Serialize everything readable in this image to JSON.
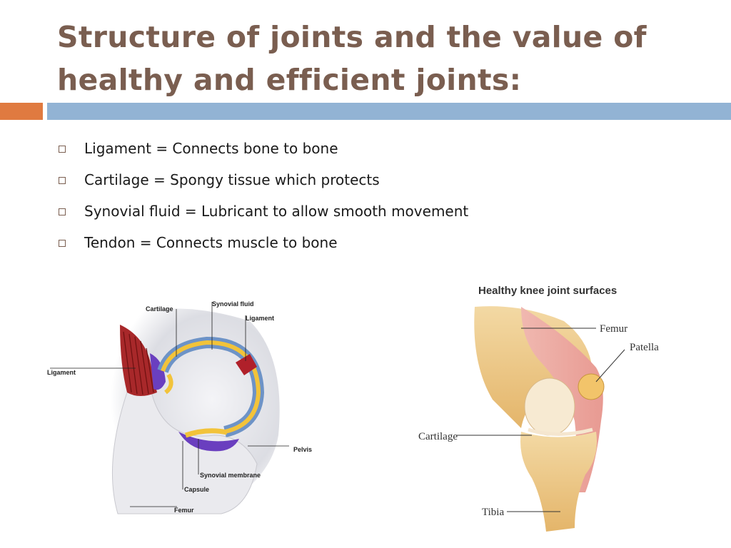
{
  "slide": {
    "title_line1": "Structure of joints and the value of",
    "title_line2": "healthy and efficient joints:"
  },
  "bullets": [
    "Ligament = Connects bone to bone",
    "Cartilage = Spongy tissue which protects",
    "Synovial fluid = Lubricant to allow smooth movement",
    "Tendon = Connects muscle to bone"
  ],
  "hip_diagram": {
    "labels": {
      "cartilage": "Cartilage",
      "synovial_fluid": "Synovial fluid",
      "ligament_top": "Ligament",
      "ligament_left": "Ligament",
      "pelvis": "Pelvis",
      "synovial_membrane": "Synovial membrane",
      "capsule": "Capsule",
      "femur": "Femur"
    }
  },
  "knee_diagram": {
    "title": "Healthy knee joint surfaces",
    "labels": {
      "femur": "Femur",
      "patella": "Patella",
      "cartilage": "Cartilage",
      "tibia": "Tibia"
    }
  },
  "colors": {
    "title": "#7a5e50",
    "accent_orange": "#e07a40",
    "accent_blue": "#92b3d4"
  }
}
